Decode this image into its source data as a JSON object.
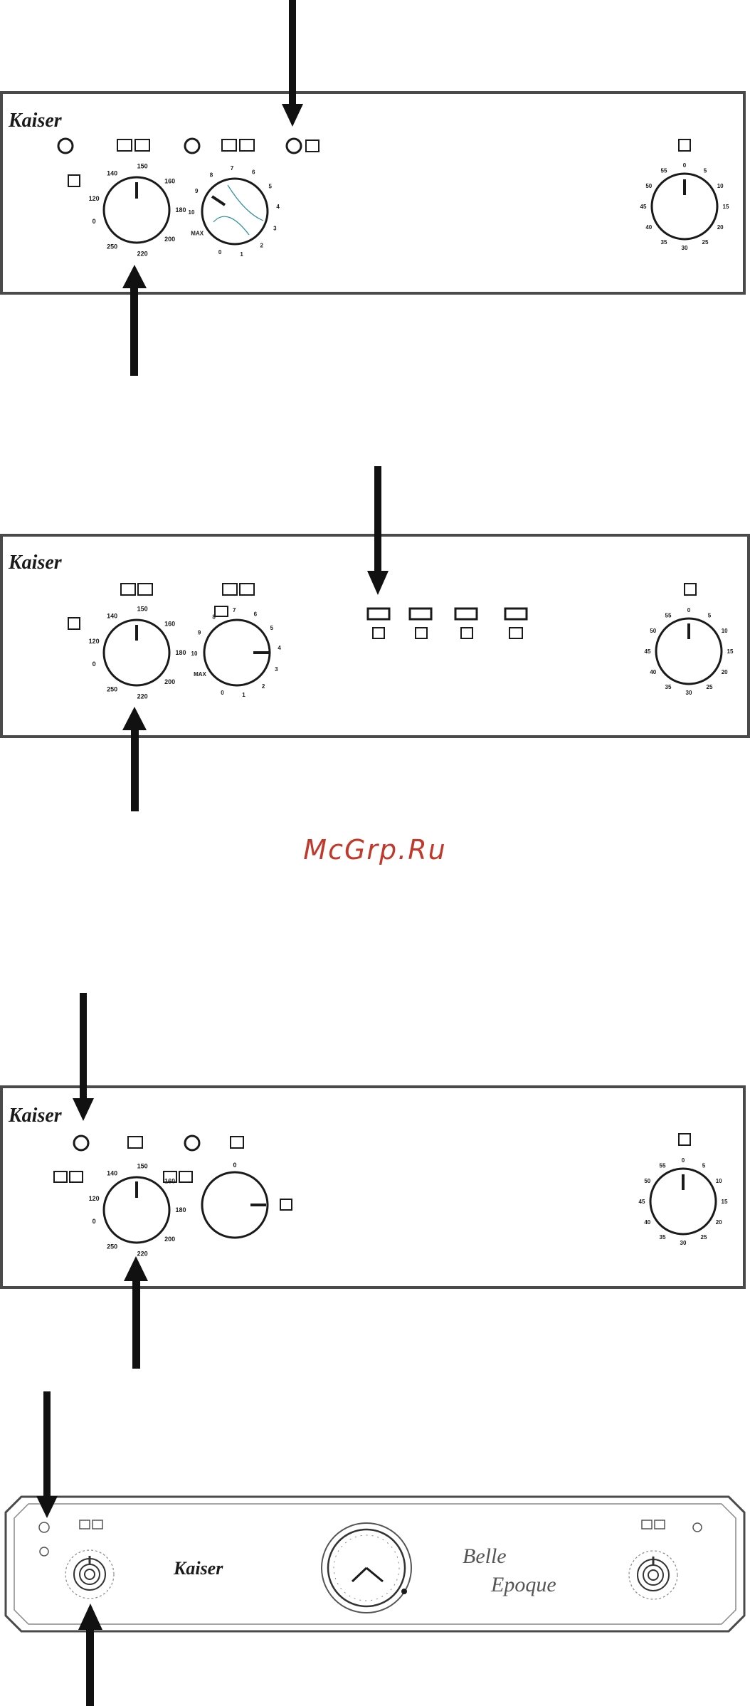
{
  "brand": "Kaiser",
  "watermark": "McGrp.Ru",
  "colors": {
    "panel_stroke": "#4a4a4a",
    "ink": "#1a1a1a",
    "arrow": "#111111",
    "watermark": "#c0392b",
    "accent_line": "#2e8fa0"
  },
  "panel1": {
    "thermostat_ticks": [
      "120",
      "140",
      "150",
      "160",
      "180",
      "200",
      "220",
      "250",
      "0"
    ],
    "function_ticks": [
      "MAX",
      "10",
      "9",
      "8",
      "7",
      "6",
      "5",
      "4",
      "3",
      "2",
      "1",
      "0"
    ],
    "timer_ticks": [
      "0",
      "5",
      "10",
      "15",
      "20",
      "25",
      "30",
      "35",
      "40",
      "45",
      "50",
      "55"
    ]
  },
  "panel2": {
    "thermostat_ticks": [
      "120",
      "140",
      "150",
      "160",
      "180",
      "200",
      "220",
      "250",
      "0"
    ],
    "function_ticks": [
      "MAX",
      "10",
      "9",
      "8",
      "7",
      "6",
      "5",
      "4",
      "3",
      "2",
      "1",
      "0"
    ],
    "timer_ticks": [
      "0",
      "5",
      "10",
      "15",
      "20",
      "25",
      "30",
      "35",
      "40",
      "45",
      "50",
      "55"
    ]
  },
  "panel3": {
    "thermostat_ticks": [
      "120",
      "140",
      "150",
      "160",
      "180",
      "200",
      "220",
      "250",
      "0"
    ],
    "second_knob_ticks": [
      "0"
    ],
    "timer_ticks": [
      "0",
      "5",
      "10",
      "15",
      "20",
      "25",
      "30",
      "35",
      "40",
      "45",
      "50",
      "55"
    ]
  },
  "panel4": {
    "script_line1": "Belle",
    "script_line2": "Epoque"
  }
}
